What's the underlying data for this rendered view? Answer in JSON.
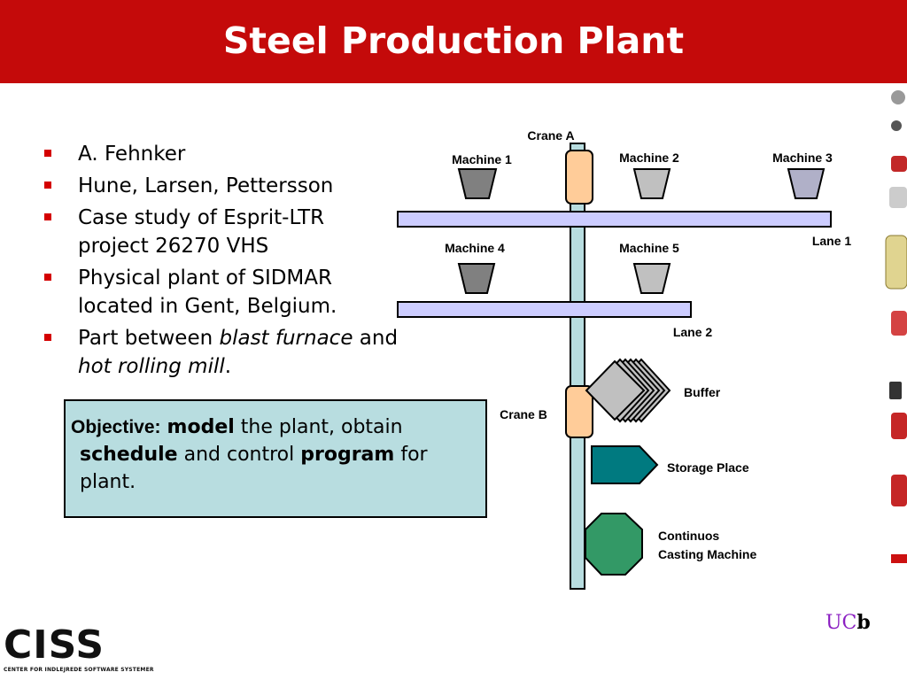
{
  "title": "Steel Production Plant",
  "bullets": [
    {
      "line1": "A. Fehnker"
    },
    {
      "line1": "Hune, Larsen, Pettersson"
    },
    {
      "line1": "Case study of Esprit-LTR",
      "line2": "project 26270 VHS"
    },
    {
      "line1": "Physical plant of SIDMAR",
      "line2": "located in Gent, Belgium."
    },
    {
      "line1_pre": "Part between ",
      "line1_em": "blast furnace",
      "line1_post": " and",
      "line2_em": "hot rolling mill",
      "line2_post": "."
    }
  ],
  "objective": {
    "label": "Objective:",
    "w1": "model",
    "t1": " the plant, obtain",
    "w2": "schedule",
    "t2": " and control ",
    "w3": "program",
    "t3": " for",
    "t4": "plant."
  },
  "diagram": {
    "crane_a": "Crane A",
    "crane_b": "Crane B",
    "machine_1": "Machine 1",
    "machine_2": "Machine 2",
    "machine_3": "Machine 3",
    "machine_4": "Machine 4",
    "machine_5": "Machine 5",
    "lane_1": "Lane 1",
    "lane_2": "Lane 2",
    "buffer": "Buffer",
    "storage_place": "Storage Place",
    "casting_line1": "Continuos",
    "casting_line2": "Casting Machine"
  },
  "footer": {
    "logo_left": "CISS",
    "logo_left_sub": "CENTER FOR INDLEJREDE SOFTWARE SYSTEMER",
    "logo_right_u": "UC",
    "logo_right_b": "b"
  },
  "colors": {
    "title_bar": "#c40a0a",
    "lane_fill": "#ccccff",
    "crane_fill": "#ffcc99",
    "rail_fill": "#b8dde0",
    "storage_fill": "#007a80",
    "casting_fill": "#339966",
    "objective_fill": "#b8dde0"
  }
}
